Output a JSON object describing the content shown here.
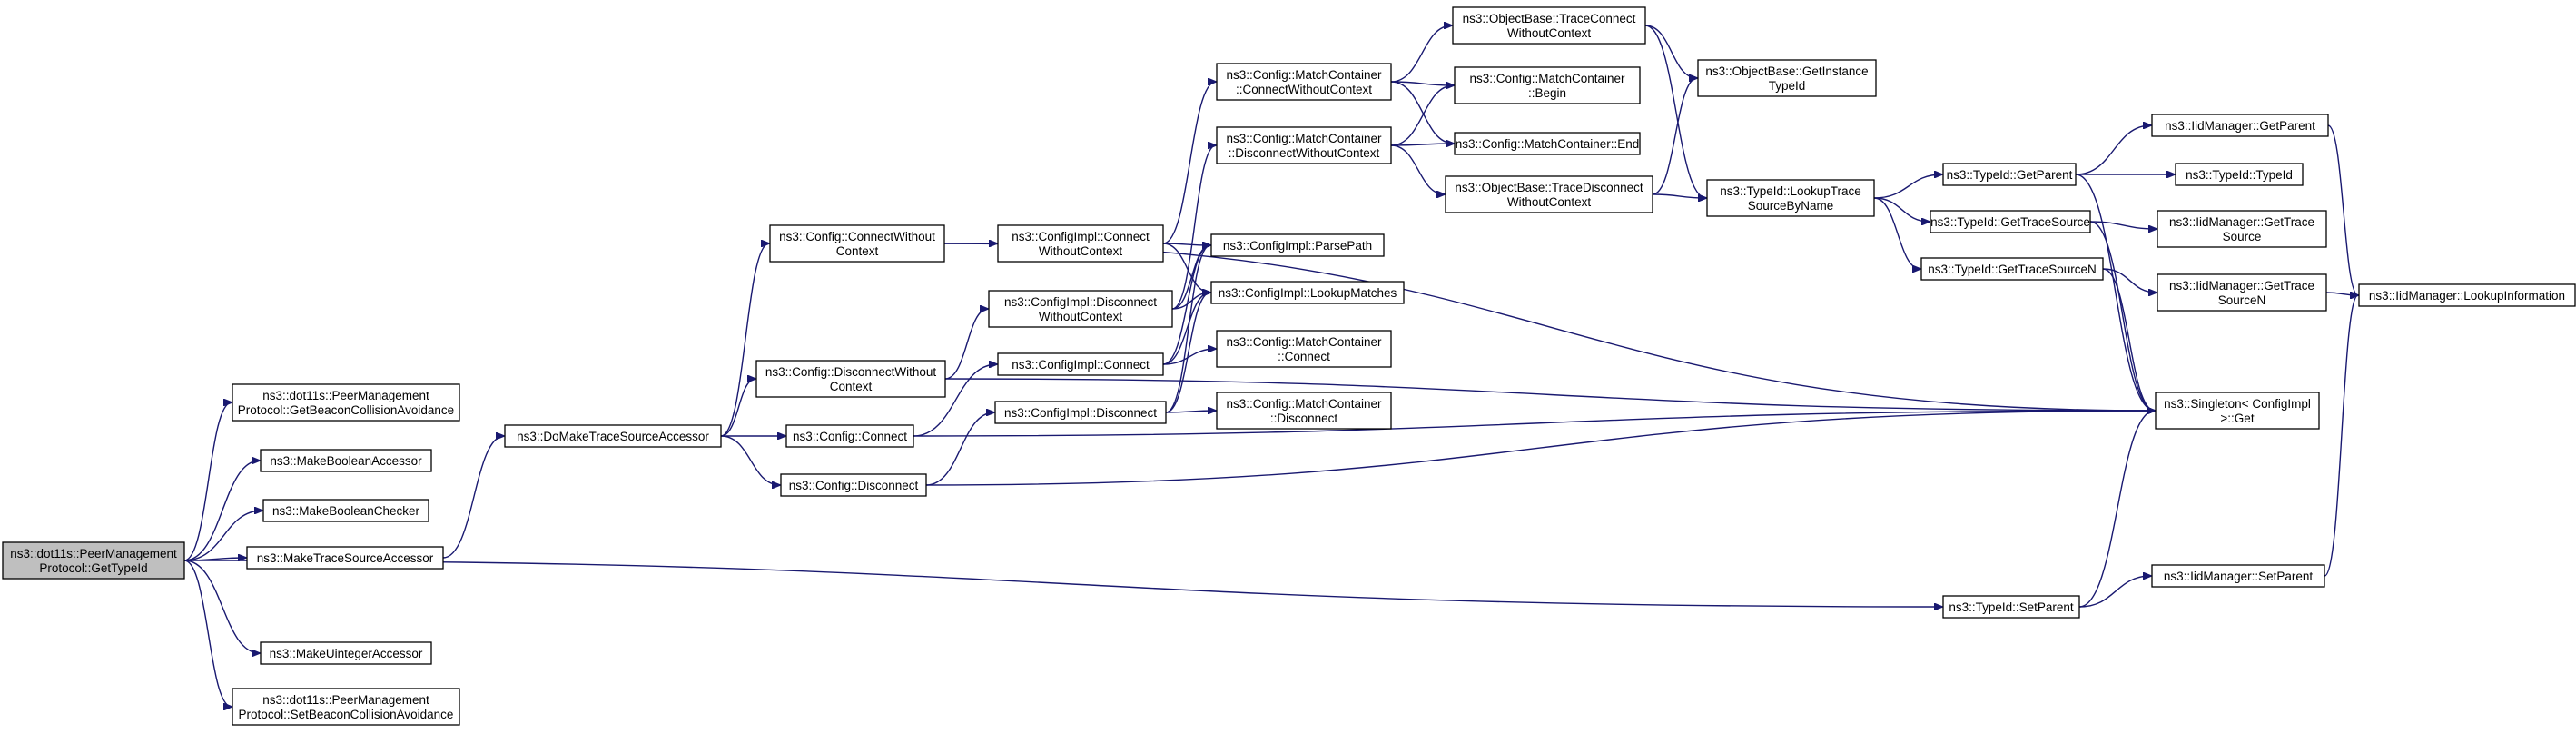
{
  "colors": {
    "edge": "#191970",
    "node_fill": "#ffffff",
    "root_fill": "#bfbfbf",
    "node_border": "#000000"
  },
  "nodes": [
    {
      "id": "root",
      "lines": [
        "ns3::dot11s::PeerManagement",
        "Protocol::GetTypeId"
      ],
      "root": true
    },
    {
      "id": "getbeacon",
      "lines": [
        "ns3::dot11s::PeerManagement",
        "Protocol::GetBeaconCollisionAvoidance"
      ]
    },
    {
      "id": "mkboolacc",
      "lines": [
        "ns3::MakeBooleanAccessor"
      ]
    },
    {
      "id": "mkboolchk",
      "lines": [
        "ns3::MakeBooleanChecker"
      ]
    },
    {
      "id": "mktrace",
      "lines": [
        "ns3::MakeTraceSourceAccessor"
      ]
    },
    {
      "id": "mkuint",
      "lines": [
        "ns3::MakeUintegerAccessor"
      ]
    },
    {
      "id": "setbeacon",
      "lines": [
        "ns3::dot11s::PeerManagement",
        "Protocol::SetBeaconCollisionAvoidance"
      ]
    },
    {
      "id": "domake",
      "lines": [
        "ns3::DoMakeTraceSourceAccessor"
      ]
    },
    {
      "id": "cfgconnwo",
      "lines": [
        "ns3::Config::ConnectWithout",
        "Context"
      ]
    },
    {
      "id": "cfgdiscwo",
      "lines": [
        "ns3::Config::DisconnectWithout",
        "Context"
      ]
    },
    {
      "id": "cfgconn",
      "lines": [
        "ns3::Config::Connect"
      ]
    },
    {
      "id": "cfgdisc",
      "lines": [
        "ns3::Config::Disconnect"
      ]
    },
    {
      "id": "implconnwo",
      "lines": [
        "ns3::ConfigImpl::Connect",
        "WithoutContext"
      ]
    },
    {
      "id": "impldiscwo",
      "lines": [
        "ns3::ConfigImpl::Disconnect",
        "WithoutContext"
      ]
    },
    {
      "id": "implconn",
      "lines": [
        "ns3::ConfigImpl::Connect"
      ]
    },
    {
      "id": "impldisc",
      "lines": [
        "ns3::ConfigImpl::Disconnect"
      ]
    },
    {
      "id": "mcconnwo",
      "lines": [
        "ns3::Config::MatchContainer",
        "::ConnectWithoutContext"
      ]
    },
    {
      "id": "mcdiscwo",
      "lines": [
        "ns3::Config::MatchContainer",
        "::DisconnectWithoutContext"
      ]
    },
    {
      "id": "parsepath",
      "lines": [
        "ns3::ConfigImpl::ParsePath"
      ]
    },
    {
      "id": "lookupmatches",
      "lines": [
        "ns3::ConfigImpl::LookupMatches"
      ]
    },
    {
      "id": "mcconnect",
      "lines": [
        "ns3::Config::MatchContainer",
        "::Connect"
      ]
    },
    {
      "id": "mcdisconnect",
      "lines": [
        "ns3::Config::MatchContainer",
        "::Disconnect"
      ]
    },
    {
      "id": "obtraceconnwo",
      "lines": [
        "ns3::ObjectBase::TraceConnect",
        "WithoutContext"
      ]
    },
    {
      "id": "mcbegin",
      "lines": [
        "ns3::Config::MatchContainer",
        "::Begin"
      ]
    },
    {
      "id": "mcend",
      "lines": [
        "ns3::Config::MatchContainer::End"
      ]
    },
    {
      "id": "obtracediscwo",
      "lines": [
        "ns3::ObjectBase::TraceDisconnect",
        "WithoutContext"
      ]
    },
    {
      "id": "obgetinst",
      "lines": [
        "ns3::ObjectBase::GetInstance",
        "TypeId"
      ]
    },
    {
      "id": "lookuptrace",
      "lines": [
        "ns3::TypeId::LookupTrace",
        "SourceByName"
      ]
    },
    {
      "id": "tgetparent",
      "lines": [
        "ns3::TypeId::GetParent"
      ]
    },
    {
      "id": "tgettrace",
      "lines": [
        "ns3::TypeId::GetTraceSource"
      ]
    },
    {
      "id": "tgettracen",
      "lines": [
        "ns3::TypeId::GetTraceSourceN"
      ]
    },
    {
      "id": "singleton",
      "lines": [
        "ns3::Singleton< ConfigImpl",
        " >::Get"
      ]
    },
    {
      "id": "tsetparent",
      "lines": [
        "ns3::TypeId::SetParent"
      ]
    },
    {
      "id": "iidgetparent",
      "lines": [
        "ns3::IidManager::GetParent"
      ]
    },
    {
      "id": "ttypeid",
      "lines": [
        "ns3::TypeId::TypeId"
      ]
    },
    {
      "id": "iidgettrace",
      "lines": [
        "ns3::IidManager::GetTrace",
        "Source"
      ]
    },
    {
      "id": "iidgettracen",
      "lines": [
        "ns3::IidManager::GetTrace",
        "SourceN"
      ]
    },
    {
      "id": "iidsetparent",
      "lines": [
        "ns3::IidManager::SetParent"
      ]
    },
    {
      "id": "iidlookup",
      "lines": [
        "ns3::IidManager::LookupInformation"
      ]
    }
  ],
  "edges": [
    [
      "root",
      "getbeacon"
    ],
    [
      "root",
      "mkboolacc"
    ],
    [
      "root",
      "mkboolchk"
    ],
    [
      "root",
      "mktrace"
    ],
    [
      "root",
      "mkuint"
    ],
    [
      "root",
      "setbeacon"
    ],
    [
      "root",
      "tsetparent"
    ],
    [
      "mktrace",
      "domake"
    ],
    [
      "domake",
      "cfgconnwo"
    ],
    [
      "domake",
      "cfgdiscwo"
    ],
    [
      "domake",
      "cfgconn"
    ],
    [
      "domake",
      "cfgdisc"
    ],
    [
      "cfgconnwo",
      "implconnwo"
    ],
    [
      "cfgconnwo",
      "singleton"
    ],
    [
      "cfgdiscwo",
      "impldiscwo"
    ],
    [
      "cfgdiscwo",
      "singleton"
    ],
    [
      "cfgconn",
      "implconn"
    ],
    [
      "cfgconn",
      "singleton"
    ],
    [
      "cfgdisc",
      "impldisc"
    ],
    [
      "cfgdisc",
      "singleton"
    ],
    [
      "implconnwo",
      "mcconnwo"
    ],
    [
      "implconnwo",
      "parsepath"
    ],
    [
      "implconnwo",
      "lookupmatches"
    ],
    [
      "impldiscwo",
      "mcdiscwo"
    ],
    [
      "impldiscwo",
      "parsepath"
    ],
    [
      "impldiscwo",
      "lookupmatches"
    ],
    [
      "implconn",
      "parsepath"
    ],
    [
      "implconn",
      "lookupmatches"
    ],
    [
      "implconn",
      "mcconnect"
    ],
    [
      "impldisc",
      "parsepath"
    ],
    [
      "impldisc",
      "lookupmatches"
    ],
    [
      "impldisc",
      "mcdisconnect"
    ],
    [
      "mcconnwo",
      "obtraceconnwo"
    ],
    [
      "mcconnwo",
      "mcbegin"
    ],
    [
      "mcconnwo",
      "mcend"
    ],
    [
      "mcdiscwo",
      "mcbegin"
    ],
    [
      "mcdiscwo",
      "mcend"
    ],
    [
      "mcdiscwo",
      "obtracediscwo"
    ],
    [
      "obtraceconnwo",
      "obgetinst"
    ],
    [
      "obtraceconnwo",
      "lookuptrace"
    ],
    [
      "obtracediscwo",
      "obgetinst"
    ],
    [
      "obtracediscwo",
      "lookuptrace"
    ],
    [
      "lookuptrace",
      "tgetparent"
    ],
    [
      "lookuptrace",
      "tgettrace"
    ],
    [
      "lookuptrace",
      "tgettracen"
    ],
    [
      "tgetparent",
      "iidgetparent"
    ],
    [
      "tgetparent",
      "ttypeid"
    ],
    [
      "tgetparent",
      "singleton"
    ],
    [
      "tgettrace",
      "iidgettrace"
    ],
    [
      "tgettrace",
      "singleton"
    ],
    [
      "tgettracen",
      "iidgettracen"
    ],
    [
      "tgettracen",
      "singleton"
    ],
    [
      "tsetparent",
      "singleton"
    ],
    [
      "tsetparent",
      "iidsetparent"
    ],
    [
      "iidgetparent",
      "iidlookup"
    ],
    [
      "iidgettracen",
      "iidlookup"
    ],
    [
      "iidsetparent",
      "iidlookup"
    ]
  ]
}
